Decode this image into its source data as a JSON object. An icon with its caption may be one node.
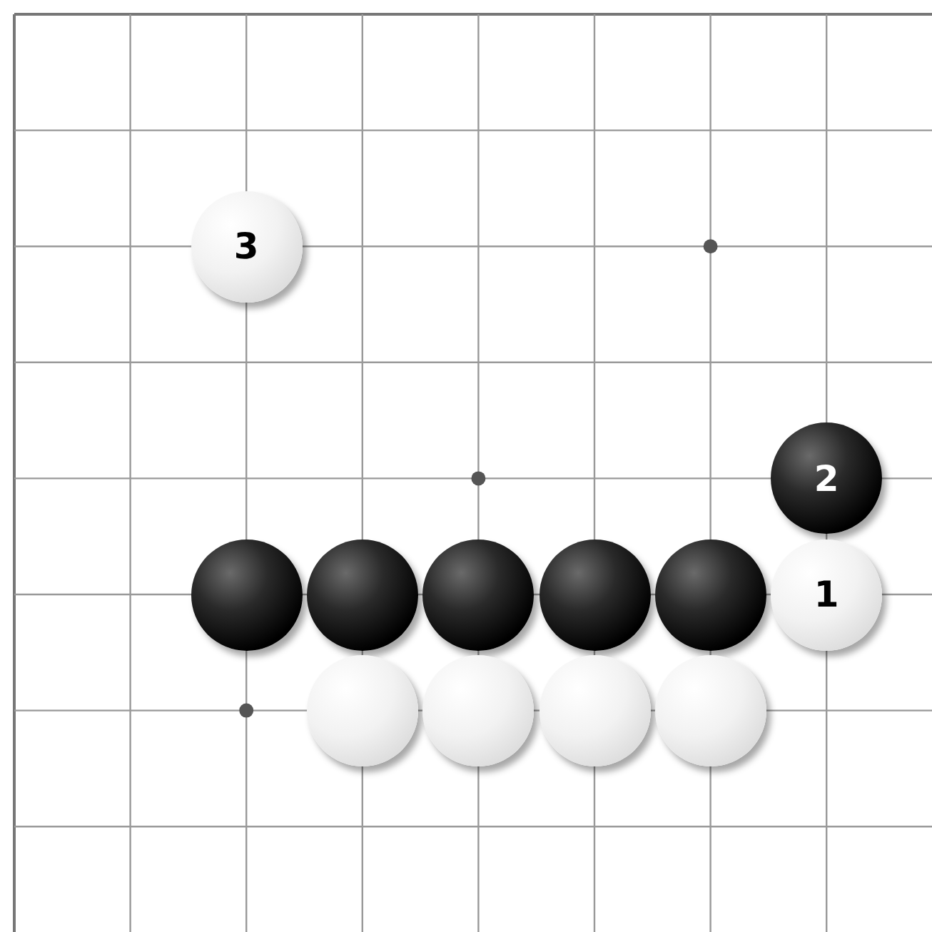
{
  "diagram": {
    "nodes": [
      {
        "text": [
          "3"
        ]
      },
      {
        "text": [
          "2"
        ]
      },
      {
        "text": [],
        "shape": "circle"
      },
      {
        "text": [],
        "shape": "circle"
      },
      {
        "text": [],
        "shape": "circle"
      },
      {
        "text": [],
        "shape": "circle"
      },
      {
        "text": [],
        "shape": "circle"
      },
      {
        "text": [
          "1"
        ]
      },
      {
        "text": [],
        "shape": "circle"
      },
      {
        "text": [],
        "shape": "circle"
      },
      {
        "text": [],
        "shape": "circle"
      },
      {
        "text": [],
        "shape": "circle"
      }
    ]
  }
}
